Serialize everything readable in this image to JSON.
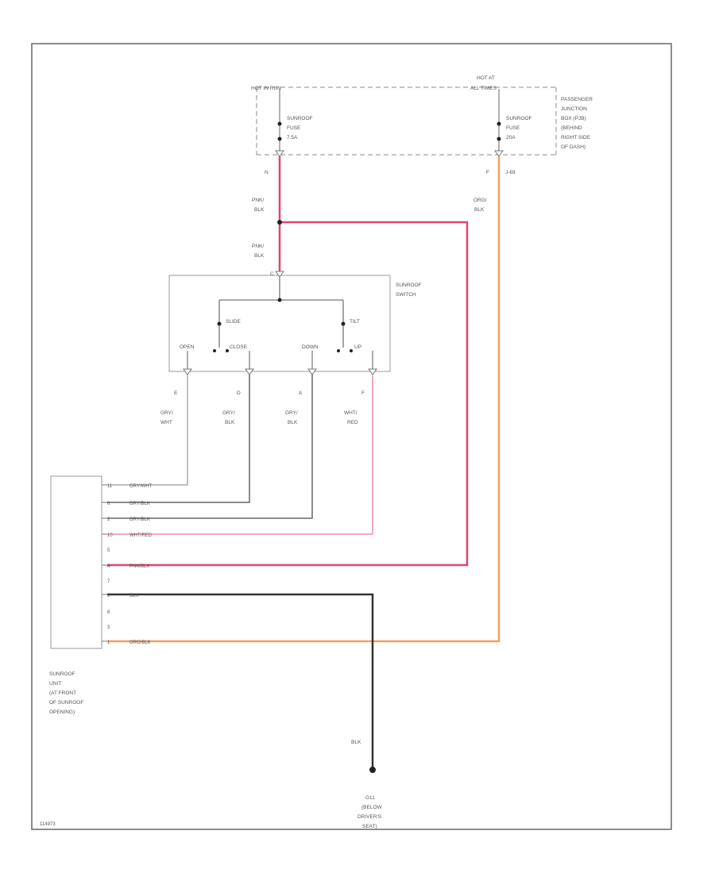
{
  "colors": {
    "pink": "#e0446a",
    "light_pink": "#f0a0b8",
    "orange": "#f0a060",
    "black": "#333333",
    "gray": "#666666",
    "light_gray": "#aaaaaa"
  },
  "junction_box": {
    "hot_left": "HOT IN RUN",
    "hot_right": "HOT AT ALL TIMES",
    "fuse_left": [
      "SUNROOF",
      "FUSE",
      "7.5A"
    ],
    "fuse_right": [
      "SUNROOF",
      "FUSE",
      "20A"
    ],
    "label": [
      "PASSENGER",
      "JUNCTION",
      "BOX (PJB)",
      "(BEHIND",
      "RIGHT SIDE",
      "OF DASH)"
    ],
    "pin_left": "N",
    "pin_right": "F",
    "connector_right": "J-69"
  },
  "wires": {
    "pnk_blk_1": [
      "PNK/",
      "BLK"
    ],
    "pnk_blk_2": [
      "PNK/",
      "BLK"
    ],
    "org_blk": [
      "ORG/",
      "BLK"
    ],
    "gry_wht": [
      "GRY/",
      "WHT"
    ],
    "gry_blk_1": [
      "GRY/",
      "BLK"
    ],
    "gry_blk_2": [
      "GRY/",
      "BLK"
    ],
    "wht_red": [
      "WHT/",
      "RED"
    ],
    "blk": "BLK"
  },
  "switch": {
    "label": [
      "SUNROOF",
      "SWITCH"
    ],
    "pin_top": "C",
    "slide": "SLIDE",
    "tilt": "TILT",
    "open": "OPEN",
    "close": "CLOSE",
    "down": "DOWN",
    "up": "UP",
    "pins": [
      "E",
      "D",
      "A",
      "F"
    ]
  },
  "unit": {
    "label": [
      "SUNROOF",
      "UNIT",
      "(AT FRONT",
      "OF SUNROOF",
      "OPENING)"
    ],
    "pins": [
      "11",
      "6",
      "2",
      "10",
      "5",
      "4",
      "7",
      "9",
      "8",
      "3",
      "1"
    ],
    "wire_labels": [
      "GRY/WHT",
      "GRY/BLK",
      "GRY/BLK",
      "WHT/RED",
      "PNK/BLK",
      "BLK",
      "ORG/BLK"
    ]
  },
  "ground": {
    "label": [
      "G11",
      "(BELOW",
      "DRIVER'S",
      "SEAT)"
    ]
  },
  "figure_id": "114973"
}
